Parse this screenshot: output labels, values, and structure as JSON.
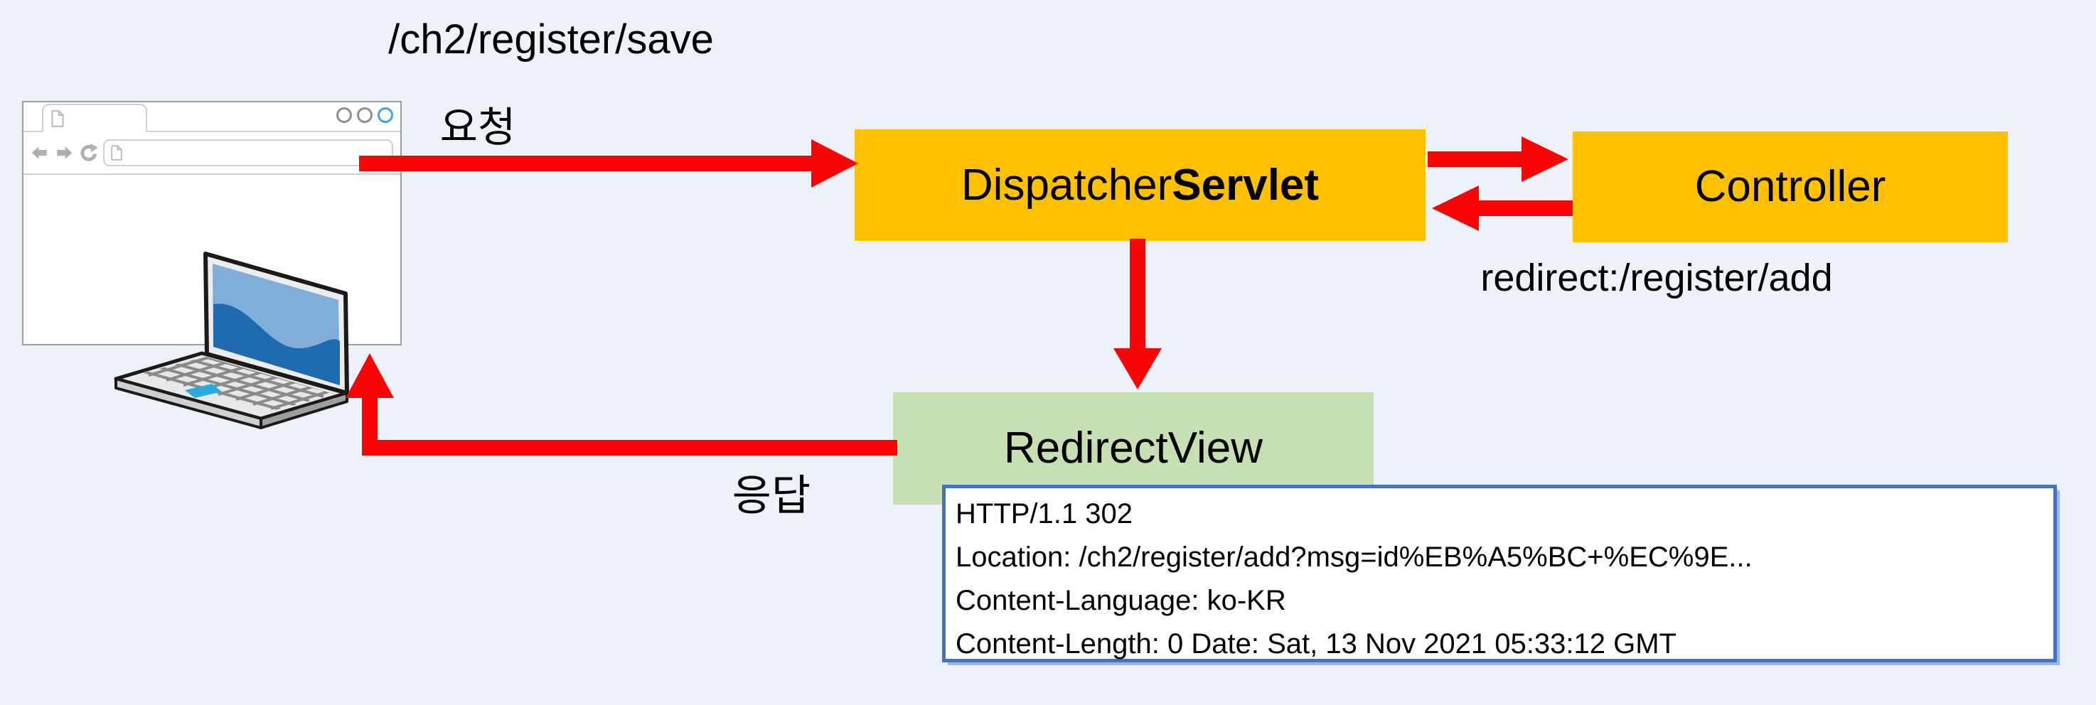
{
  "diagram": {
    "request_path": "/ch2/register/save",
    "request_label": "요청",
    "response_label": "응답",
    "redirect_annotation": "redirect:/register/add",
    "nodes": {
      "dispatcher_servlet": {
        "label_regular": "Dispatcher",
        "label_bold": "Servlet"
      },
      "controller": {
        "label": "Controller"
      },
      "redirect_view": {
        "label": "RedirectView"
      }
    },
    "http_response": {
      "lines": [
        "HTTP/1.1 302",
        "Location: /ch2/register/add?msg=id%EB%A5%BC+%EC%9E...",
        "Content-Language: ko-KR",
        "Content-Length: 0 Date: Sat, 13 Nov 2021 05:33:12 GMT"
      ]
    },
    "colors": {
      "background": "#ECF1FA",
      "node_orange": "#FFC000",
      "node_green": "#C6E0B4",
      "arrow_red": "#FA0505",
      "http_box_border": "#4472C4",
      "browser_accent_dot": "#4A9BE8"
    }
  }
}
